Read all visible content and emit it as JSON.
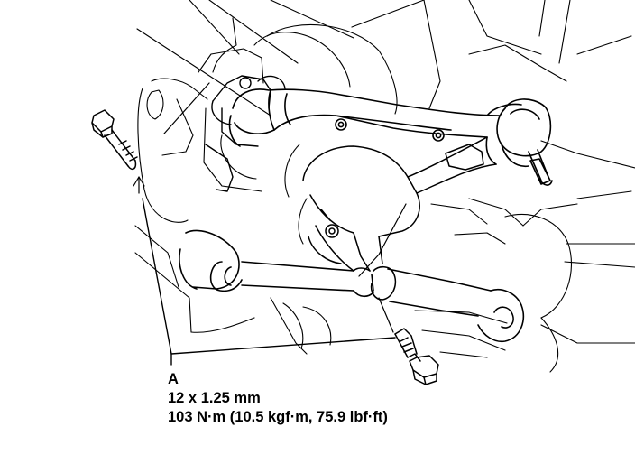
{
  "callout": {
    "letter": "A",
    "bolt_size": "12 x 1.25 mm",
    "torque": "103 N·m (10.5 kgf·m, 75.9 lbf·ft)"
  },
  "colors": {
    "ink": "#000000",
    "paper": "#ffffff"
  }
}
